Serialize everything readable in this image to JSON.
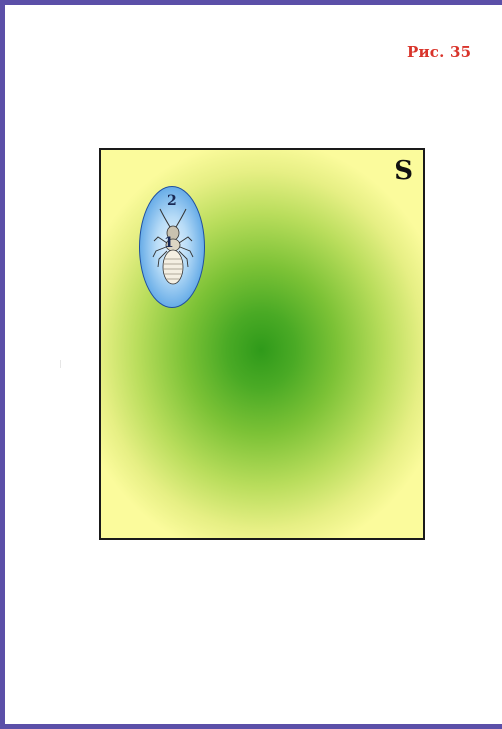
{
  "figure": {
    "label": "Рис. 35",
    "plate_letter": "S",
    "marker_top": "2",
    "marker_bottom": "1"
  },
  "colors": {
    "frame": "#5b4fa8",
    "label": "#d9342b",
    "plate_center": "#2f9a1a",
    "plate_edge": "#fbfb9c",
    "oval": "#6aaee8"
  }
}
